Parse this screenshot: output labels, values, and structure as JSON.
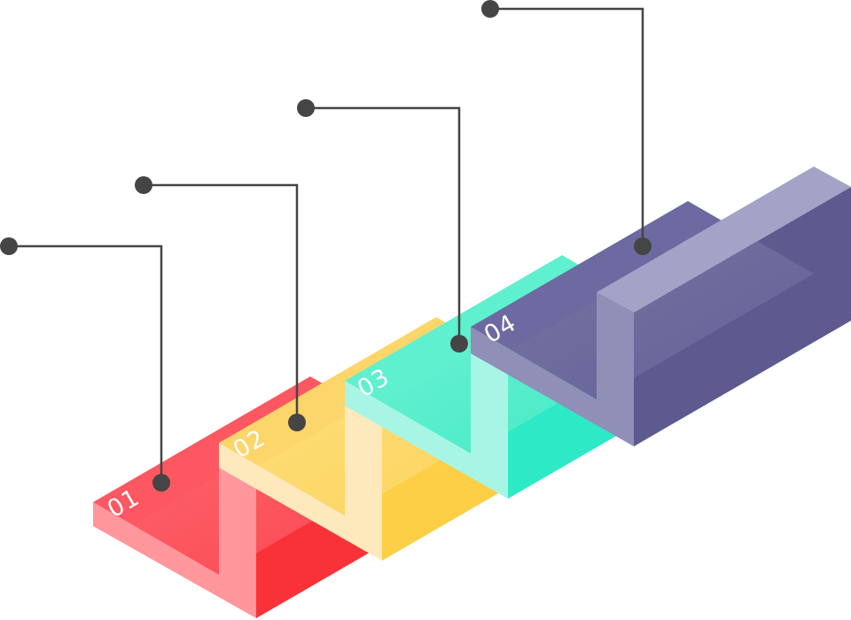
{
  "steps": [
    {
      "label": "01",
      "colors": {
        "top": "#fd5862",
        "front": "#ff979d",
        "upright_top": "#ff6a72",
        "right": "#f93138"
      }
    },
    {
      "label": "02",
      "colors": {
        "top": "#fdd66b",
        "front": "#fde9bc",
        "upright_top": "#fde08a",
        "right": "#fdcf47"
      }
    },
    {
      "label": "03",
      "colors": {
        "top": "#5ff0cf",
        "front": "#a7f6e5",
        "upright_top": "#8ff3dc",
        "right": "#2ee9c6"
      }
    },
    {
      "label": "04",
      "colors": {
        "top": "#6c6aa0",
        "front": "#8f8fb8",
        "upright_top": "#a3a3c7",
        "right": "#5c5a8e"
      }
    }
  ],
  "callout_color": "#454545"
}
